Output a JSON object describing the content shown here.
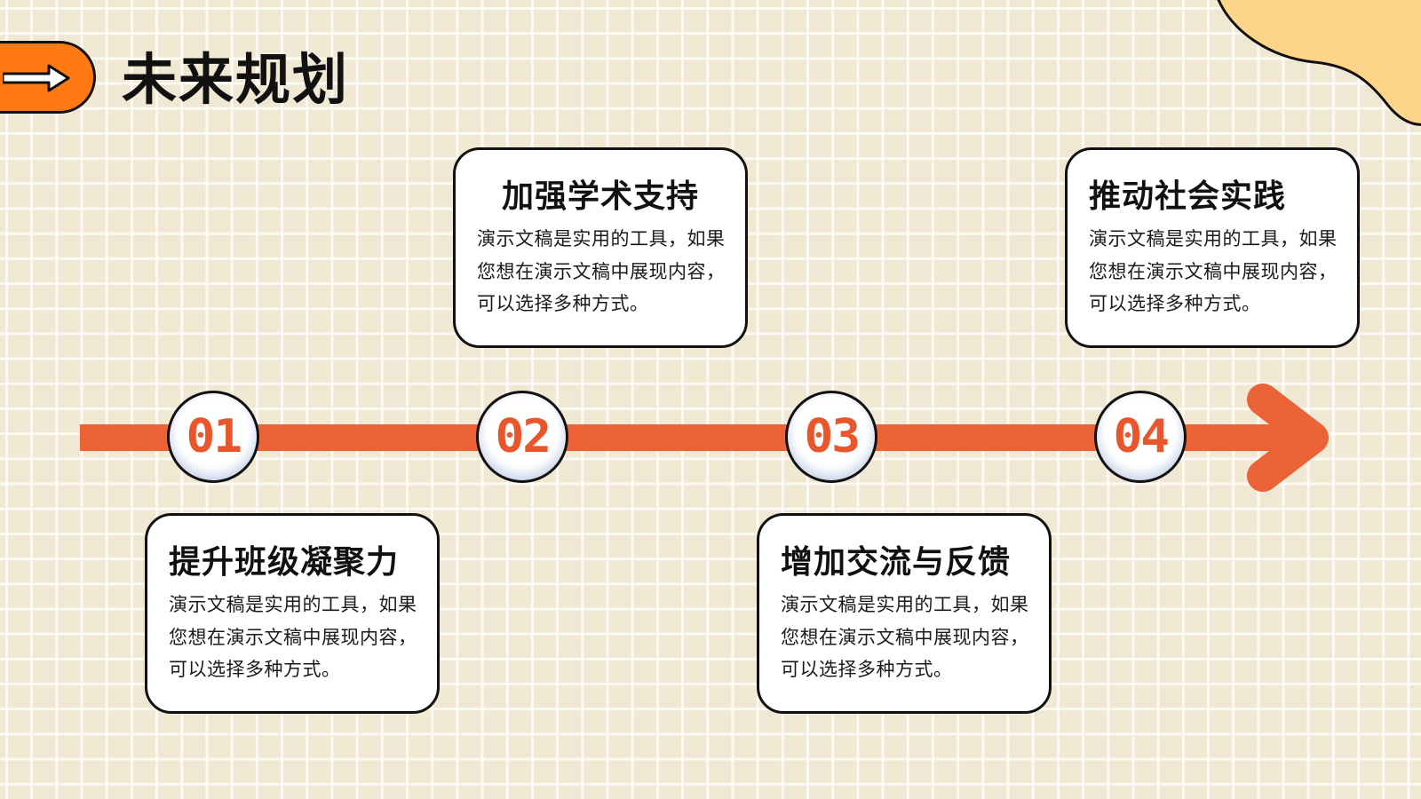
{
  "header": {
    "title": "未来规划",
    "badge_icon": "right-arrow-icon"
  },
  "colors": {
    "background": "#f1e8d4",
    "accent_orange": "#ff7a12",
    "timeline_red": "#eb6237",
    "blob_yellow": "#fcd48a"
  },
  "timeline": {
    "steps": [
      {
        "number": "01",
        "title": "提升班级凝聚力",
        "body": "演示文稿是实用的工具，如果您想在演示文稿中展现内容，可以选择多种方式。"
      },
      {
        "number": "02",
        "title": "加强学术支持",
        "body": "演示文稿是实用的工具，如果您想在演示文稿中展现内容，可以选择多种方式。"
      },
      {
        "number": "03",
        "title": "增加交流与反馈",
        "body": "演示文稿是实用的工具，如果您想在演示文稿中展现内容，可以选择多种方式。"
      },
      {
        "number": "04",
        "title": "推动社会实践",
        "body": "演示文稿是实用的工具，如果您想在演示文稿中展现内容，可以选择多种方式。"
      }
    ]
  }
}
